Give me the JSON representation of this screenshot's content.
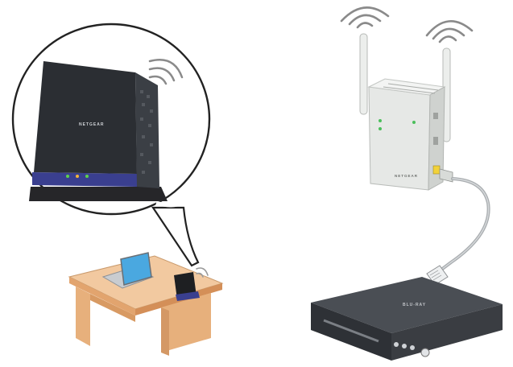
{
  "router": {
    "brand_text": "NETGEAR",
    "led_colors": [
      "#5fd14b",
      "#f2b63a",
      "#5fd14b"
    ],
    "body_color": "#2b2e33",
    "accent_color": "#3a3f8f"
  },
  "extender": {
    "brand_text": "NETGEAR",
    "led_color": "#4bbf5b",
    "body_color": "#e6e8e6"
  },
  "media_box": {
    "brand_text": "BLU-RAY",
    "body_color": "#3a3d42"
  },
  "laptop": {
    "screen_color": "#4aa8e0"
  },
  "icons": {
    "wifi_signal": "wifi-signal-icon",
    "ethernet_plug": "ethernet-plug-icon"
  }
}
